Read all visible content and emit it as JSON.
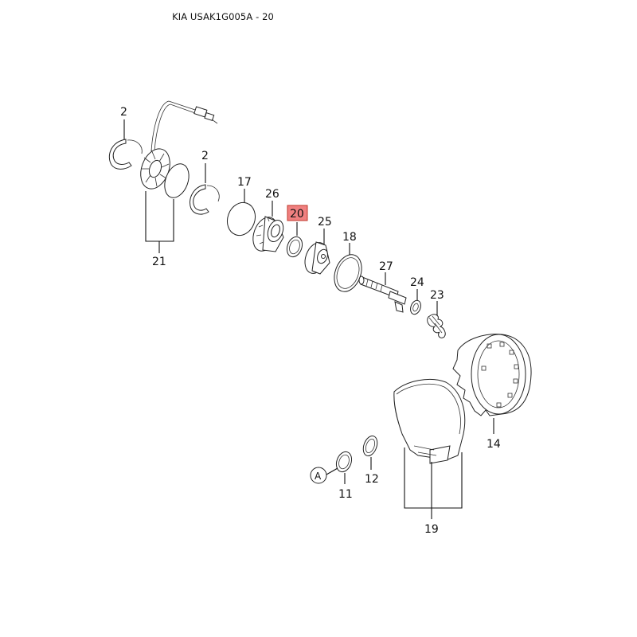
{
  "title": "KIA USAK1G005A - 20",
  "highlight_color": "#f08080",
  "callouts": [
    {
      "id": "2a",
      "text": "2"
    },
    {
      "id": "2b",
      "text": "2"
    },
    {
      "id": "21",
      "text": "21"
    },
    {
      "id": "17",
      "text": "17"
    },
    {
      "id": "26",
      "text": "26"
    },
    {
      "id": "20",
      "text": "20",
      "highlighted": true
    },
    {
      "id": "25",
      "text": "25"
    },
    {
      "id": "18",
      "text": "18"
    },
    {
      "id": "27",
      "text": "27"
    },
    {
      "id": "24",
      "text": "24"
    },
    {
      "id": "23",
      "text": "23"
    },
    {
      "id": "14",
      "text": "14"
    },
    {
      "id": "19",
      "text": "19"
    },
    {
      "id": "11",
      "text": "11"
    },
    {
      "id": "12",
      "text": "12"
    },
    {
      "id": "A",
      "text": "A"
    }
  ]
}
